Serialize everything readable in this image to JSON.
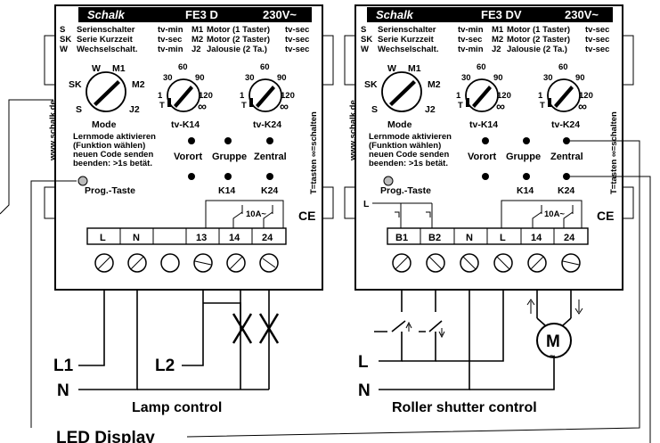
{
  "left_device": {
    "brand": "Schalk",
    "model": "FE3 D",
    "voltage": "230V~",
    "modes": [
      {
        "code": "S",
        "name": "Serienschalter",
        "time": "tv-min"
      },
      {
        "code": "SK",
        "name": "Serie Kurzzeit",
        "time": "tv-sec"
      },
      {
        "code": "W",
        "name": "Wechselschalt.",
        "time": "tv-min"
      }
    ],
    "motor_modes": [
      {
        "code": "M1",
        "name": "Motor (1 Taster)",
        "time": "tv-sec"
      },
      {
        "code": "M2",
        "name": "Motor (2 Taster)",
        "time": "tv-sec"
      },
      {
        "code": "J2",
        "name": "Jalousie (2 Ta.)",
        "time": "tv-sec"
      }
    ],
    "mode_dial_labels": [
      "W",
      "M1",
      "SK",
      "M2",
      "S",
      "J2"
    ],
    "mode_label": "Mode",
    "timer1_label": "tv-K14",
    "timer2_label": "tv-K24",
    "timer_scale": [
      "30",
      "60",
      "90",
      "1",
      "120",
      "T",
      "∞"
    ],
    "website": "www.schalk.de",
    "side_note": "T=tasten ∞=schalten",
    "learn_text": [
      "Lernmode aktivieren",
      "(Funktion wählen)",
      "neuen Code senden",
      "beenden: >1s betät."
    ],
    "led_labels": [
      "Vorort",
      "Gruppe",
      "Zentral"
    ],
    "relay_labels": [
      "K14",
      "K24"
    ],
    "relay_rating": "10A~",
    "prog_button": "Prog.-Taste",
    "ce_mark": "CE",
    "terminals": [
      "L",
      "N",
      "",
      "13",
      "14",
      "24"
    ],
    "caption": "Lamp control",
    "wire_labels": [
      "L1",
      "L2",
      "N"
    ]
  },
  "right_device": {
    "brand": "Schalk",
    "model": "FE3 DV",
    "voltage": "230V~",
    "modes": [
      {
        "code": "S",
        "name": "Serienschalter",
        "time": "tv-min"
      },
      {
        "code": "SK",
        "name": "Serie Kurzzeit",
        "time": "tv-sec"
      },
      {
        "code": "W",
        "name": "Wechselschalt.",
        "time": "tv-min"
      }
    ],
    "motor_modes": [
      {
        "code": "M1",
        "name": "Motor (1 Taster)",
        "time": "tv-sec"
      },
      {
        "code": "M2",
        "name": "Motor (2 Taster)",
        "time": "tv-sec"
      },
      {
        "code": "J2",
        "name": "Jalousie (2 Ta.)",
        "time": "tv-sec"
      }
    ],
    "mode_label": "Mode",
    "timer1_label": "tv-K14",
    "timer2_label": "tv-K24",
    "website": "www.schalk.de",
    "side_note": "T=tasten ∞=schalten",
    "learn_text": [
      "Lernmode aktivieren",
      "(Funktion wählen)",
      "neuen Code senden",
      "beenden: >1s betät."
    ],
    "led_labels": [
      "Vorort",
      "Gruppe",
      "Zentral"
    ],
    "relay_labels": [
      "K14",
      "K24"
    ],
    "relay_rating": "10A~",
    "prog_button": "Prog.-Taste",
    "ce_mark": "CE",
    "terminals": [
      "B1",
      "B2",
      "N",
      "L",
      "14",
      "24"
    ],
    "caption": "Roller shutter control",
    "wire_labels": [
      "L",
      "L",
      "N"
    ],
    "motor_symbol": "M",
    "motor_tilde": "~"
  },
  "footer_label": "LED Display"
}
